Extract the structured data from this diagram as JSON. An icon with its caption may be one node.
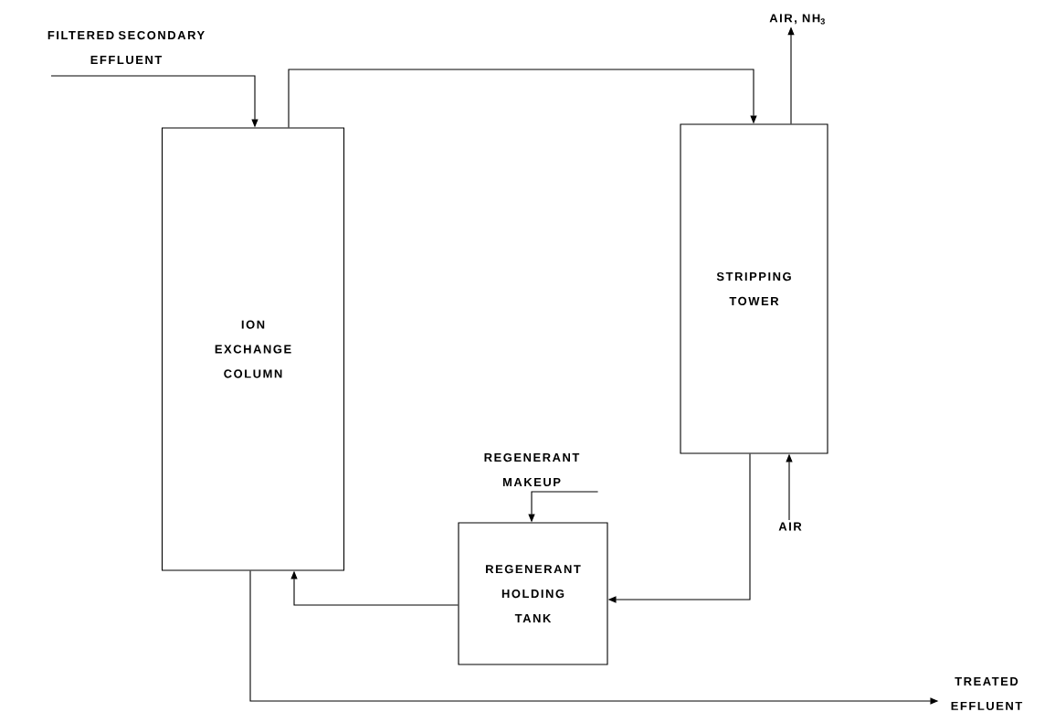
{
  "diagram": {
    "nodes": [
      {
        "text": [
          "ION EXCHANGE COLUMN"
        ]
      },
      {
        "text": [
          "STRIPPING TOWER"
        ]
      },
      {
        "text": [
          "REGENERANT HOLDING TANK"
        ]
      },
      {
        "text": [
          "FILTERED SECONDARY EFFLUENT"
        ]
      },
      {
        "text": [
          "AIR, NH$_{3}$"
        ]
      },
      {
        "text": [
          "REGENERANT MAKEUP"
        ]
      },
      {
        "text": [
          "AIR"
        ]
      },
      {
        "text": [
          "TREATED EFFLUENT"
        ]
      }
    ],
    "edges": [
      {
        "from": 3,
        "to": 0,
        "arrow": "to"
      },
      {
        "from": 0,
        "to": 1,
        "arrow": "to"
      },
      {
        "from": 1,
        "to": 4,
        "arrow": "to"
      },
      {
        "from": 5,
        "to": 2,
        "arrow": "to"
      },
      {
        "from": 6,
        "to": 1,
        "arrow": "to"
      },
      {
        "from": 1,
        "to": 2,
        "arrow": "to"
      },
      {
        "from": 2,
        "to": 0,
        "arrow": "to"
      },
      {
        "from": 0,
        "to": 7,
        "arrow": "to"
      }
    ]
  }
}
